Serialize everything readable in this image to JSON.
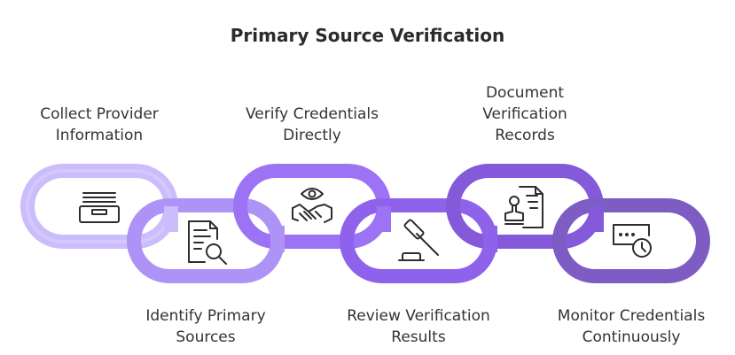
{
  "title": "Primary Source Verification",
  "steps": [
    {
      "label_lines": [
        "Collect Provider",
        "Information"
      ],
      "icon": "inbox-tray-icon",
      "color": "#c9b9fb"
    },
    {
      "label_lines": [
        "Identify Primary",
        "Sources"
      ],
      "icon": "document-search-icon",
      "color": "#ae93f7"
    },
    {
      "label_lines": [
        "Verify Credentials",
        "Directly"
      ],
      "icon": "eye-handshake-icon",
      "color": "#9c73f5"
    },
    {
      "label_lines": [
        "Review Verification",
        "Results"
      ],
      "icon": "gavel-icon",
      "color": "#8f62ec"
    },
    {
      "label_lines": [
        "Document",
        "Verification",
        "Records"
      ],
      "icon": "stamp-document-icon",
      "color": "#8459da"
    },
    {
      "label_lines": [
        "Monitor Credentials",
        "Continuously"
      ],
      "icon": "password-clock-icon",
      "color": "#7d5dc3"
    }
  ]
}
